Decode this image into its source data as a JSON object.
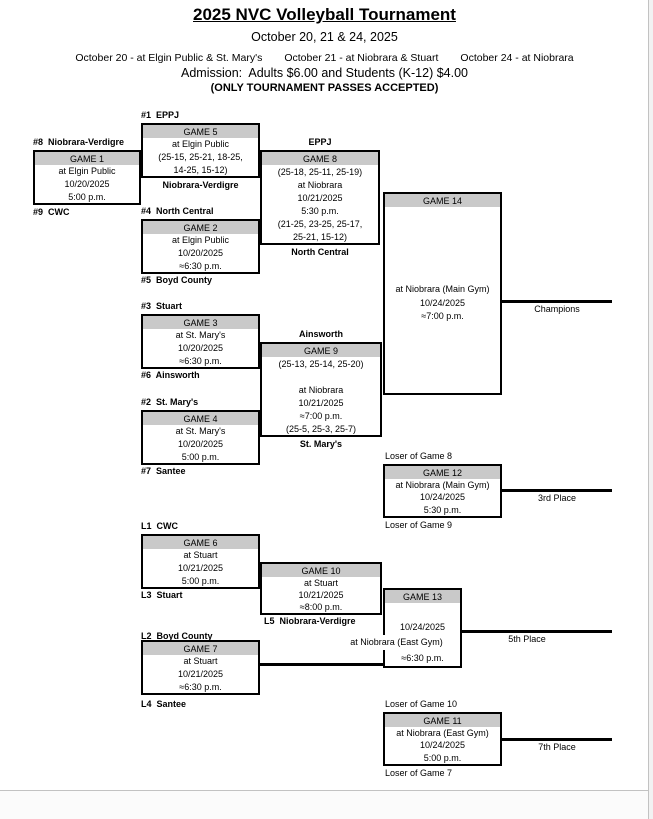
{
  "header": {
    "title": "2025 NVC Volleyball Tournament",
    "dates": "October 20, 21 & 24, 2025",
    "venues": [
      "October 20 - at Elgin Public & St. Mary's",
      "October 21 - at Niobrara & Stuart",
      "October 24 - at Niobrara"
    ],
    "admission": "Admission:  Adults $6.00 and Students (K-12) $4.00",
    "passes": "(ONLY TOURNAMENT PASSES ACCEPTED)"
  },
  "games": {
    "g1": {
      "header": "GAME 1",
      "lines": [
        "at Elgin Public",
        "10/20/2025",
        "5:00 p.m."
      ]
    },
    "g2": {
      "header": "GAME 2",
      "lines": [
        "at Elgin Public",
        "10/20/2025",
        "≈6:30 p.m."
      ]
    },
    "g3": {
      "header": "GAME 3",
      "lines": [
        "at St. Mary's",
        "10/20/2025",
        "≈6:30 p.m."
      ]
    },
    "g4": {
      "header": "GAME 4",
      "lines": [
        "at St. Mary's",
        "10/20/2025",
        "5:00 p.m."
      ]
    },
    "g5": {
      "header": "GAME 5",
      "lines": [
        "at Elgin Public",
        "(25-15, 25-21, 18-25,",
        "14-25, 15-12)"
      ]
    },
    "g6": {
      "header": "GAME 6",
      "lines": [
        "at Stuart",
        "10/21/2025",
        "5:00 p.m."
      ]
    },
    "g7": {
      "header": "GAME 7",
      "lines": [
        "at Stuart",
        "10/21/2025",
        "≈6:30 p.m."
      ]
    },
    "g8": {
      "header": "GAME 8",
      "lines": [
        "(25-18, 25-11, 25-19)",
        "at Niobrara",
        "10/21/2025",
        "5:30 p.m.",
        "(21-25, 23-25, 25-17,",
        "25-21, 15-12)"
      ]
    },
    "g9": {
      "header": "GAME 9",
      "lines": [
        "(25-13, 25-14, 25-20)",
        "",
        "at Niobrara",
        "10/21/2025",
        "≈7:00 p.m.",
        "(25-5, 25-3, 25-7)"
      ]
    },
    "g10": {
      "header": "GAME 10",
      "lines": [
        "at Stuart",
        "10/21/2025",
        "≈8:00 p.m."
      ]
    },
    "g11": {
      "header": "GAME 11",
      "lines": [
        "at Niobrara (East Gym)",
        "10/24/2025",
        "5:00 p.m."
      ]
    },
    "g12": {
      "header": "GAME 12",
      "lines": [
        "at Niobrara (Main Gym)",
        "10/24/2025",
        "5:30 p.m."
      ]
    },
    "g13": {
      "header": "GAME 13",
      "lines": [
        "",
        "10/24/2025",
        "at Niobrara (East Gym)",
        "≈6:30 p.m."
      ]
    },
    "g14": {
      "header": "GAME 14",
      "lines": [
        "at Niobrara (Main Gym)",
        "10/24/2025",
        "≈7:00 p.m."
      ]
    }
  },
  "labels": {
    "seed1": "#1  EPPJ",
    "seed8": "#8  Niobrara-Verdigre",
    "seed9": "#9  CWC",
    "seed4": "#4  North Central",
    "seed5": "#5  Boyd County",
    "seed3": "#3  Stuart",
    "seed6": "#6  Ainsworth",
    "seed2": "#2  St. Mary's",
    "seed7": "#7  Santee",
    "l1": "L1  CWC",
    "l3": "L3  Stuart",
    "l2": "L2  Boyd County",
    "l4": "L4  Santee",
    "l5": "L5  Niobrara-Verdigre",
    "winner_g5": "Niobrara-Verdigre",
    "winner_g8_entrant": "EPPJ",
    "winner_g8": "North Central",
    "winner_g9_entrant": "Ainsworth",
    "winner_g9": "St. Mary's",
    "loser_g8": "Loser of Game 8",
    "loser_g9": "Loser of Game 9",
    "loser_g10": "Loser of Game 10",
    "loser_g7": "Loser of Game 7"
  },
  "places": {
    "champion": "Champions",
    "third": "3rd Place",
    "fifth": "5th Place",
    "seventh": "7th Place"
  }
}
